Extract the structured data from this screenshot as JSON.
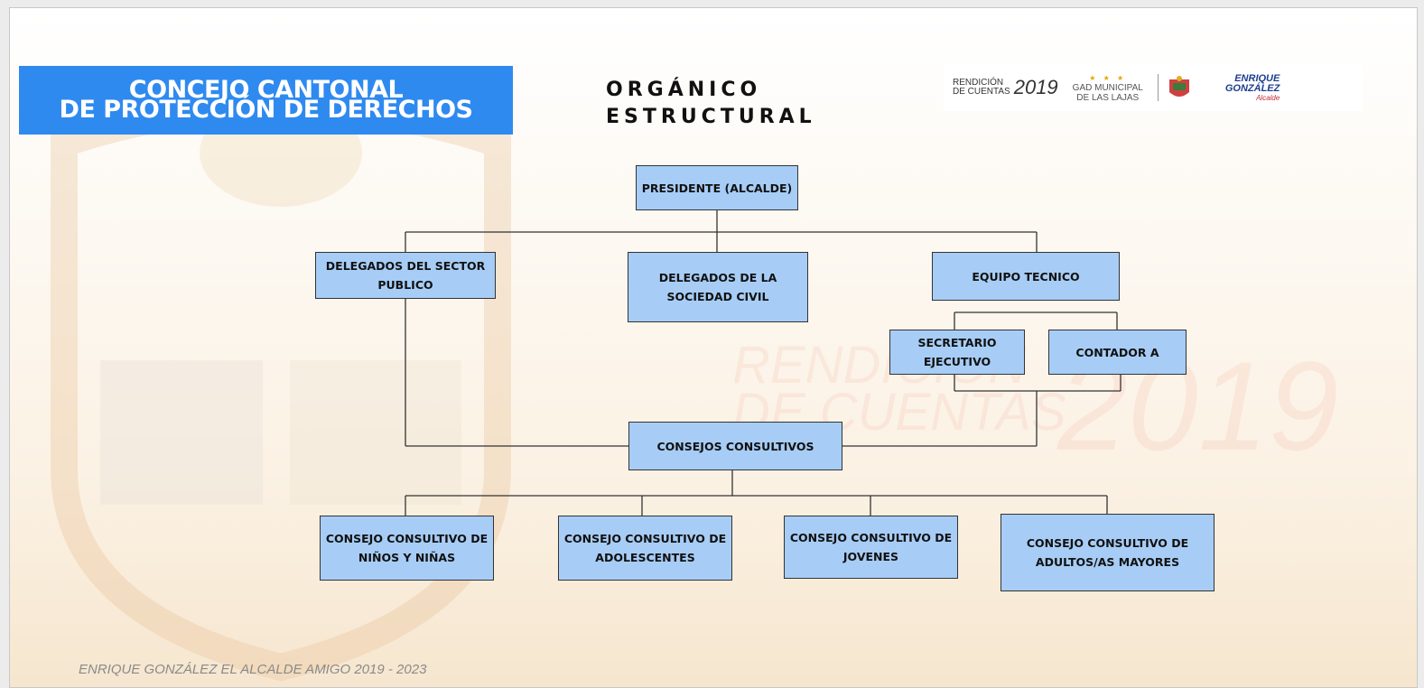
{
  "banner": {
    "line1": "CONCEJO CANTONAL",
    "line2": "DE PROTECCIÓN DE DERECHOS"
  },
  "page_title": {
    "line1": "ORGÁNICO",
    "line2": "ESTRUCTURAL"
  },
  "logos": {
    "rendicion_line1": "RENDICIÓN",
    "rendicion_line2": "DE CUENTAS",
    "rendicion_year": "2019",
    "gad_stars": "★ ★ ★",
    "gad_line1": "GAD MUNICIPAL",
    "gad_line2": "DE LAS LAJAS",
    "eg_line1": "ENRIQUE",
    "eg_line2": "GONZÁLEZ",
    "eg_sub": "Alcalde"
  },
  "watermark": {
    "line1": "RENDICIÓN",
    "line2": "DE CUENTAS",
    "year": "2019"
  },
  "org_chart": {
    "president": "PRESIDENTE (ALCALDE)",
    "delegados_publico": "DELEGADOS DEL SECTOR PUBLICO",
    "delegados_civil": "DELEGADOS DE LA SOCIEDAD CIVIL",
    "equipo_tecnico": "EQUIPO TECNICO",
    "secretario": "SECRETARIO EJECUTIVO",
    "contador": "CONTADOR A",
    "consejos": "CONSEJOS CONSULTIVOS",
    "consejo_ninos": "CONSEJO CONSULTIVO DE NIÑOS Y NIÑAS",
    "consejo_adolescentes": "CONSEJO CONSULTIVO DE ADOLESCENTES",
    "consejo_jovenes": "CONSEJO CONSULTIVO DE JOVENES",
    "consejo_adultos": "CONSEJO CONSULTIVO DE ADULTOS/AS MAYORES"
  },
  "colors": {
    "banner": "#2f8af0",
    "box_fill": "#a7cdf6",
    "box_border": "#333333",
    "line": "#333333"
  },
  "footer": "ENRIQUE GONZÁLEZ EL ALCALDE AMIGO 2019 - 2023"
}
